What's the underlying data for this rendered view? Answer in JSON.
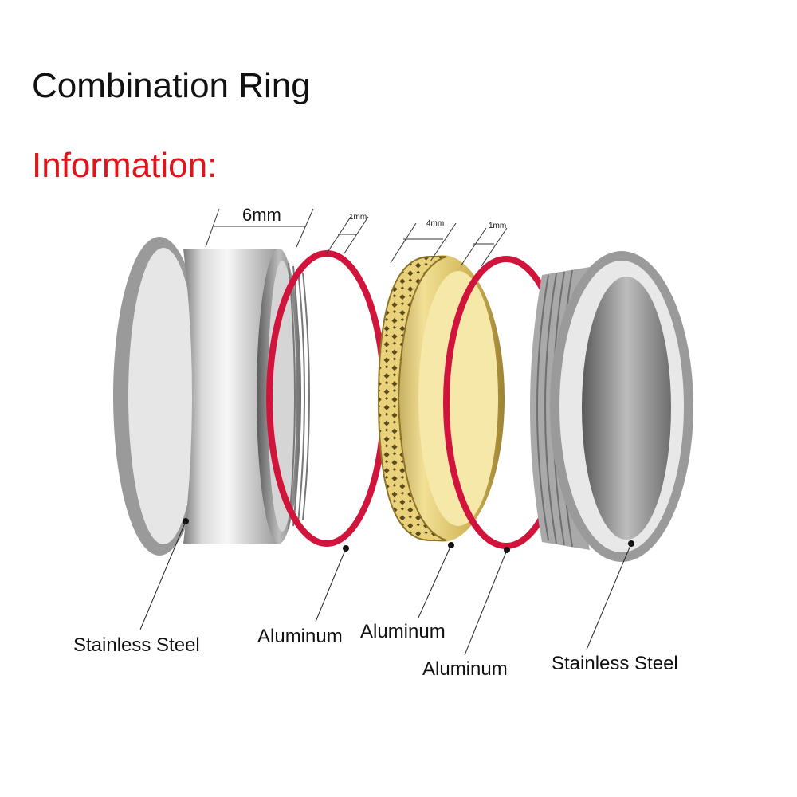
{
  "title": "Combination Ring",
  "subtitle": "Information:",
  "dimensions": {
    "outer_width": "6mm",
    "inlay_left": "1mm",
    "inlay_center": "4mm",
    "inlay_right": "1mm"
  },
  "materials": {
    "left_outer": "Stainless Steel",
    "red_left": "Aluminum",
    "gold_center": "Aluminum",
    "red_right": "Aluminum",
    "right_inner": "Stainless Steel"
  },
  "colors": {
    "title": "#111111",
    "subtitle": "#e0141b",
    "red_ring": "#d0143c",
    "gold_ring": "#d8c060",
    "steel": "#c8c8c8"
  }
}
